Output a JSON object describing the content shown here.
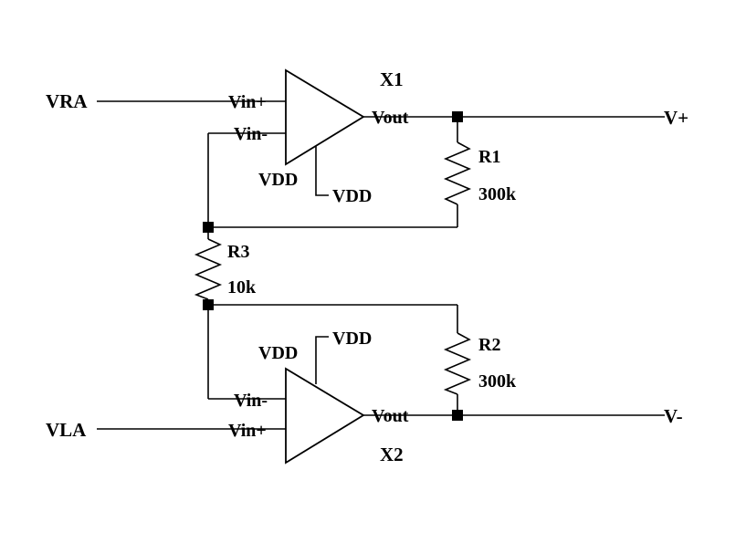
{
  "diagram": {
    "nets": {
      "vra": "VRA",
      "vla": "VLA",
      "vplus": "V+",
      "vminus": "V-"
    },
    "components": {
      "x1": {
        "ref": "X1",
        "pin_vin_plus": "Vin+",
        "pin_vin_minus": "Vin-",
        "pin_vout": "Vout",
        "supply_left": "VDD",
        "supply_right": "VDD"
      },
      "x2": {
        "ref": "X2",
        "pin_vin_plus": "Vin+",
        "pin_vin_minus": "Vin-",
        "pin_vout": "Vout",
        "supply_left": "VDD",
        "supply_right": "VDD"
      },
      "r1": {
        "ref": "R1",
        "value": "300k"
      },
      "r2": {
        "ref": "R2",
        "value": "300k"
      },
      "r3": {
        "ref": "R3",
        "value": "10k"
      }
    }
  }
}
